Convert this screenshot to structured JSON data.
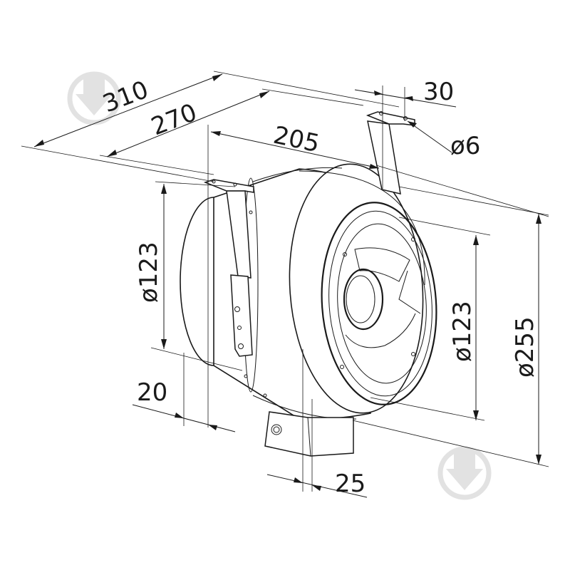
{
  "dimensions": {
    "d310": "310",
    "d270": "270",
    "d205": "205",
    "d30": "30",
    "d6": "ø6",
    "d123_left": "ø123",
    "d123_right": "ø123",
    "d255": "ø255",
    "d20": "20",
    "d25": "25"
  },
  "icons": {
    "watermark_top_left": "download-arrow-circle-icon",
    "watermark_bottom_right": "download-arrow-circle-icon"
  }
}
